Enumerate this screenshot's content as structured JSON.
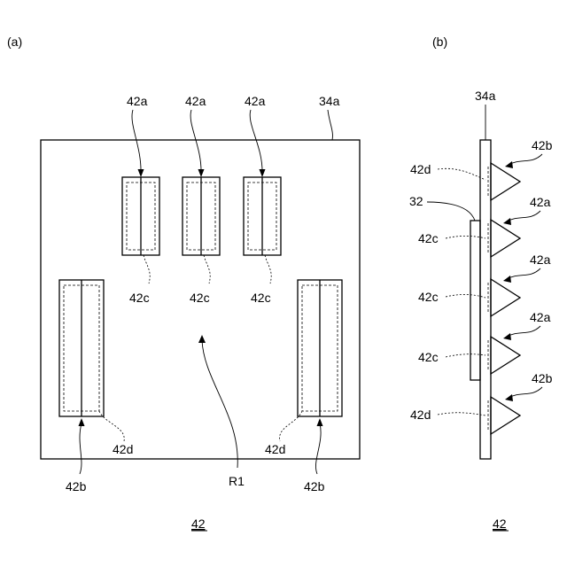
{
  "panels": {
    "a": "(a)",
    "b": "(b)"
  },
  "labels": {
    "plate": "34a",
    "protrusion_a": "42a",
    "protrusion_b": "42b",
    "inner_c": "42c",
    "inner_d": "42d",
    "region": "R1",
    "base": "32",
    "figure_ref": "42"
  }
}
